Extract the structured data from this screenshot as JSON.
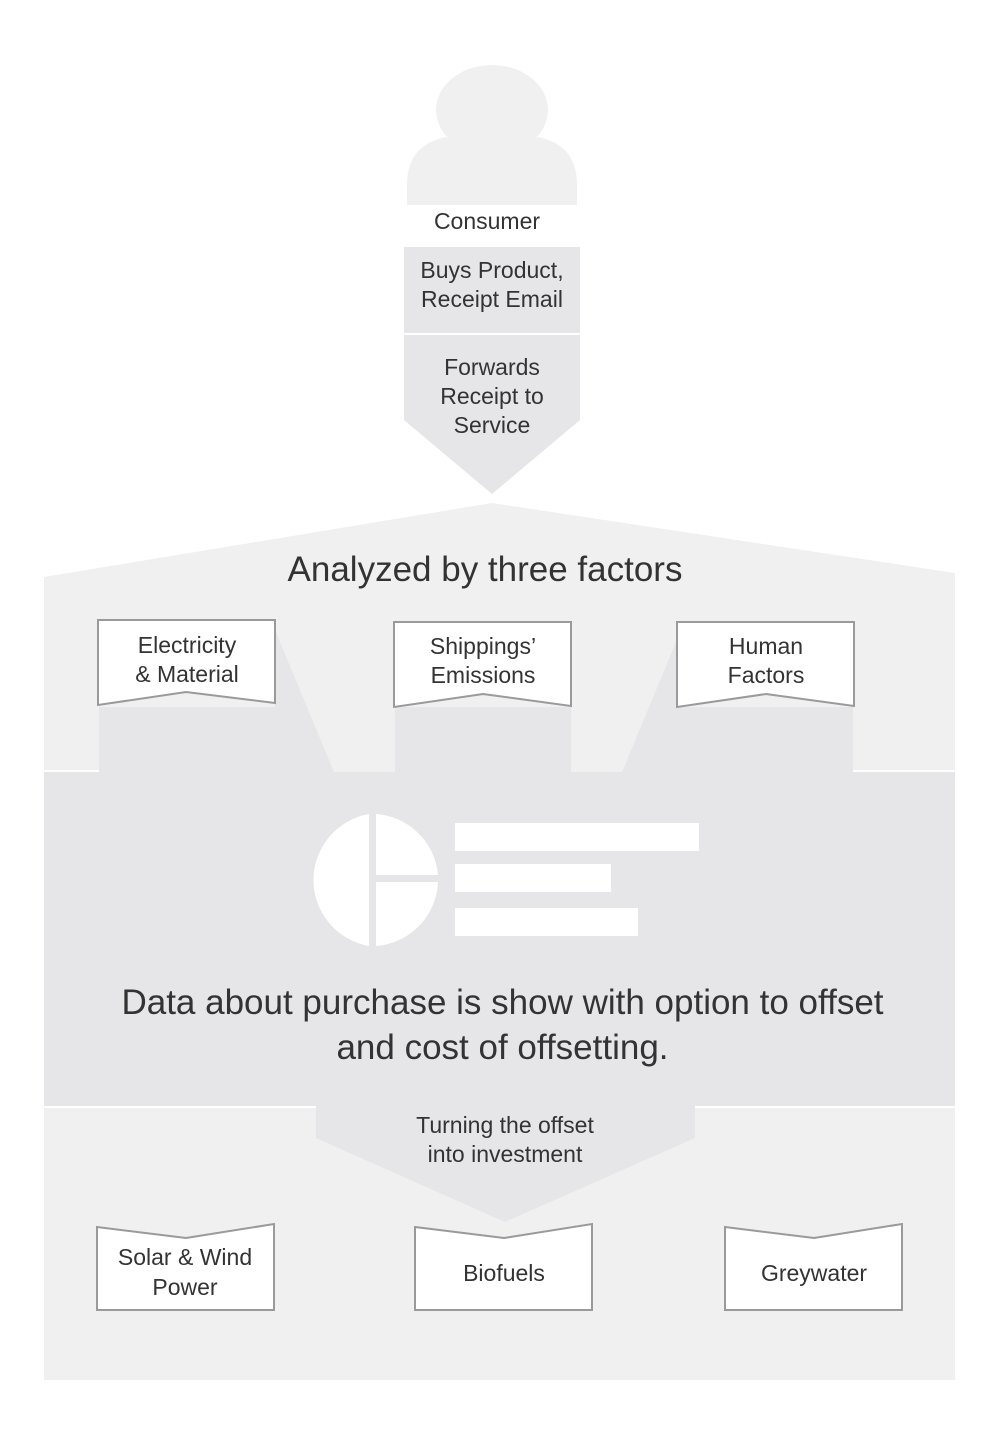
{
  "consumer": {
    "label": "Consumer",
    "icon": "person-icon"
  },
  "steps": [
    {
      "lines": [
        "Buys Product,",
        "Receipt Email"
      ]
    },
    {
      "lines": [
        "Forwards",
        "Receipt to",
        "Service"
      ]
    }
  ],
  "analysis": {
    "heading": "Analyzed by three factors",
    "factors": [
      {
        "lines": [
          "Electricity",
          "& Material"
        ]
      },
      {
        "lines": [
          "Shippings’",
          "Emissions"
        ]
      },
      {
        "lines": [
          "Human",
          "Factors"
        ]
      }
    ]
  },
  "summary": {
    "icon": "report-chart-icon",
    "lines": [
      "Data about purchase is show with option to offset",
      "and cost of offsetting."
    ]
  },
  "offset": {
    "label_lines": [
      "Turning the offset",
      "into investment"
    ],
    "investments": [
      {
        "lines": [
          "Solar & Wind",
          "Power"
        ]
      },
      {
        "lines": [
          "Biofuels"
        ]
      },
      {
        "lines": [
          "Greywater"
        ]
      }
    ]
  },
  "colors": {
    "light_panel": "#f0f0f0",
    "mid_panel": "#e6e6e8",
    "box_border": "#9a9a9a",
    "text": "#333333"
  }
}
